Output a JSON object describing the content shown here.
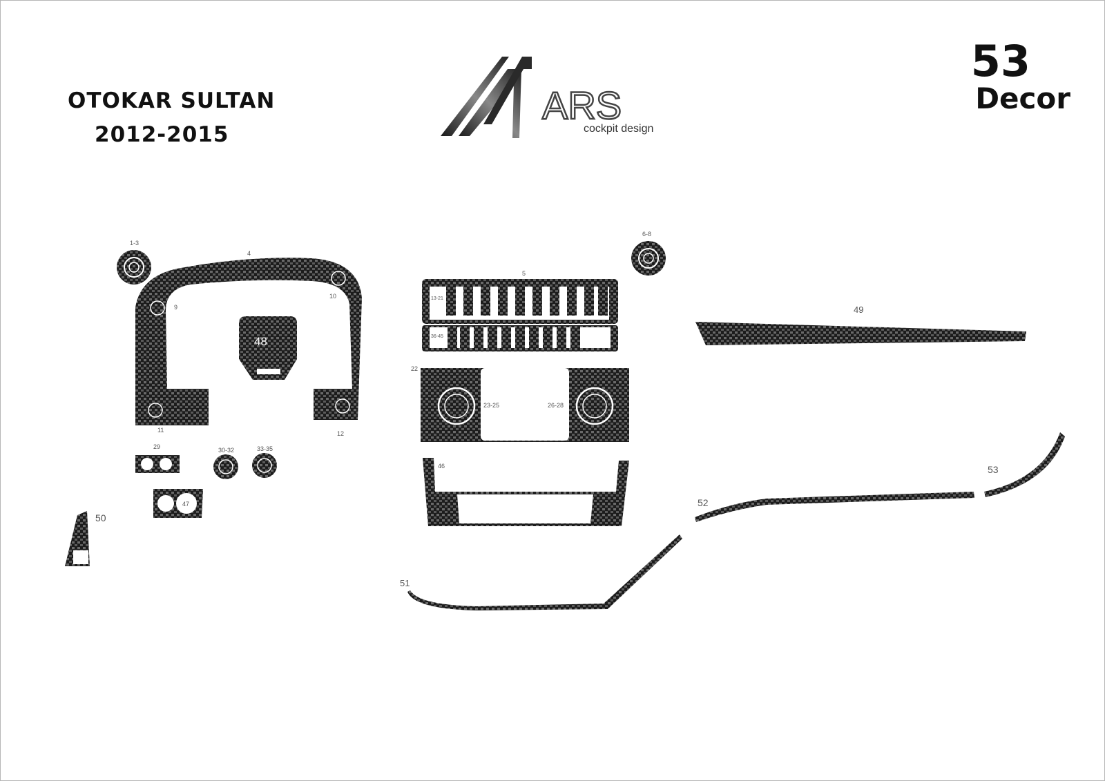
{
  "header": {
    "car_model": "OTOKAR  SULTAN",
    "years": "2012-2015",
    "piece_count": "53",
    "piece_count_label": "Decor"
  },
  "logo": {
    "brand_text": "ARS",
    "tagline": "cockpit design"
  },
  "colors": {
    "carbon_dark": "#1c1c1c",
    "carbon_light": "#6a6a6a",
    "label": "#555555",
    "frame": "#b5b5b5"
  },
  "part_labels": {
    "p1_3": "1-3",
    "p4": "4",
    "p5": "5",
    "p6_8": "6-8",
    "p9": "9",
    "p10": "10",
    "p11": "11",
    "p12": "12",
    "p13_21": "13-21",
    "p22": "22",
    "p23_25": "23-25",
    "p26_28": "26-28",
    "p29": "29",
    "p30_32": "30-32",
    "p33_35": "33-35",
    "p36_45": "36-45",
    "p46": "46",
    "p47": "47",
    "p48": "48",
    "p49": "49",
    "p50": "50",
    "p51": "51",
    "p52": "52",
    "p53": "53"
  }
}
